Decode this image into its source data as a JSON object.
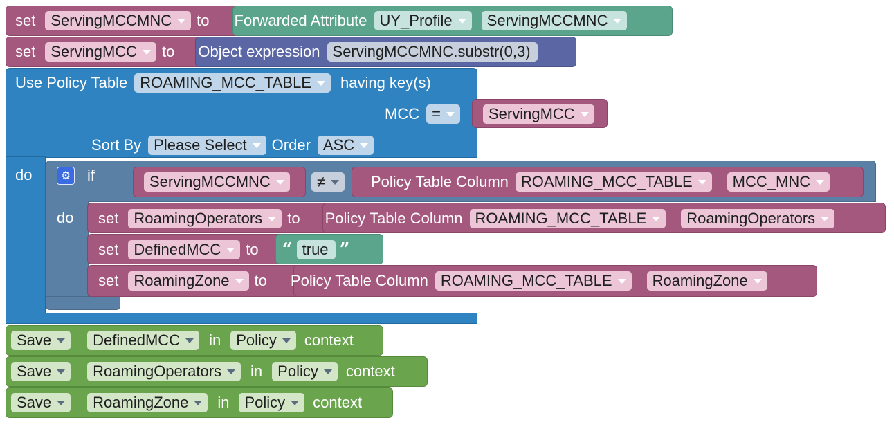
{
  "colors": {
    "variable_block": "#a5587e",
    "text_block": "#5ba58c",
    "object_block": "#5b67a5",
    "policy_table_block": "#2e83c0",
    "save_block": "#6aa44d",
    "if_block": "#5b80a5"
  },
  "set_serving_mccmnc": {
    "kw_set": "set",
    "var": "ServingMCCMNC",
    "kw_to": "to",
    "value": {
      "label": "Forwarded Attribute",
      "profile": "UY_Profile",
      "attribute": "ServingMCCMNC"
    }
  },
  "set_serving_mcc": {
    "kw_set": "set",
    "var": "ServingMCC",
    "kw_to": "to",
    "value": {
      "label": "Object expression",
      "expression": "ServingMCCMNC.substr(0,3)"
    }
  },
  "policy_table": {
    "label": "Use Policy Table",
    "table": "ROAMING_MCC_TABLE",
    "having": "having key(s)",
    "key_name": "MCC",
    "key_op": "=",
    "key_value": "ServingMCC",
    "sort_by_label": "Sort By",
    "sort_by": "Please Select",
    "order_label": "Order",
    "order": "ASC",
    "do_label": "do",
    "if_block": {
      "if_label": "if",
      "gear_icon": "gear-icon",
      "lhs": "ServingMCCMNC",
      "op": "≠",
      "rhs": {
        "label": "Policy Table Column",
        "table": "ROAMING_MCC_TABLE",
        "column": "MCC_MNC"
      },
      "do_label": "do",
      "statements": [
        {
          "kw_set": "set",
          "var": "RoamingOperators",
          "kw_to": "to",
          "value_label": "Policy Table Column",
          "table": "ROAMING_MCC_TABLE",
          "column": "RoamingOperators"
        },
        {
          "kw_set": "set",
          "var": "DefinedMCC",
          "kw_to": "to",
          "open_quote": "“",
          "text": "true",
          "close_quote": "”"
        },
        {
          "kw_set": "set",
          "var": "RoamingZone",
          "kw_to": "to",
          "value_label": "Policy Table Column",
          "table": "ROAMING_MCC_TABLE",
          "column": "RoamingZone"
        }
      ]
    }
  },
  "saves": [
    {
      "action": "Save",
      "var": "DefinedMCC",
      "in": "in",
      "ctx": "Policy",
      "context": "context"
    },
    {
      "action": "Save",
      "var": "RoamingOperators",
      "in": "in",
      "ctx": "Policy",
      "context": "context"
    },
    {
      "action": "Save",
      "var": "RoamingZone",
      "in": "in",
      "ctx": "Policy",
      "context": "context"
    }
  ]
}
